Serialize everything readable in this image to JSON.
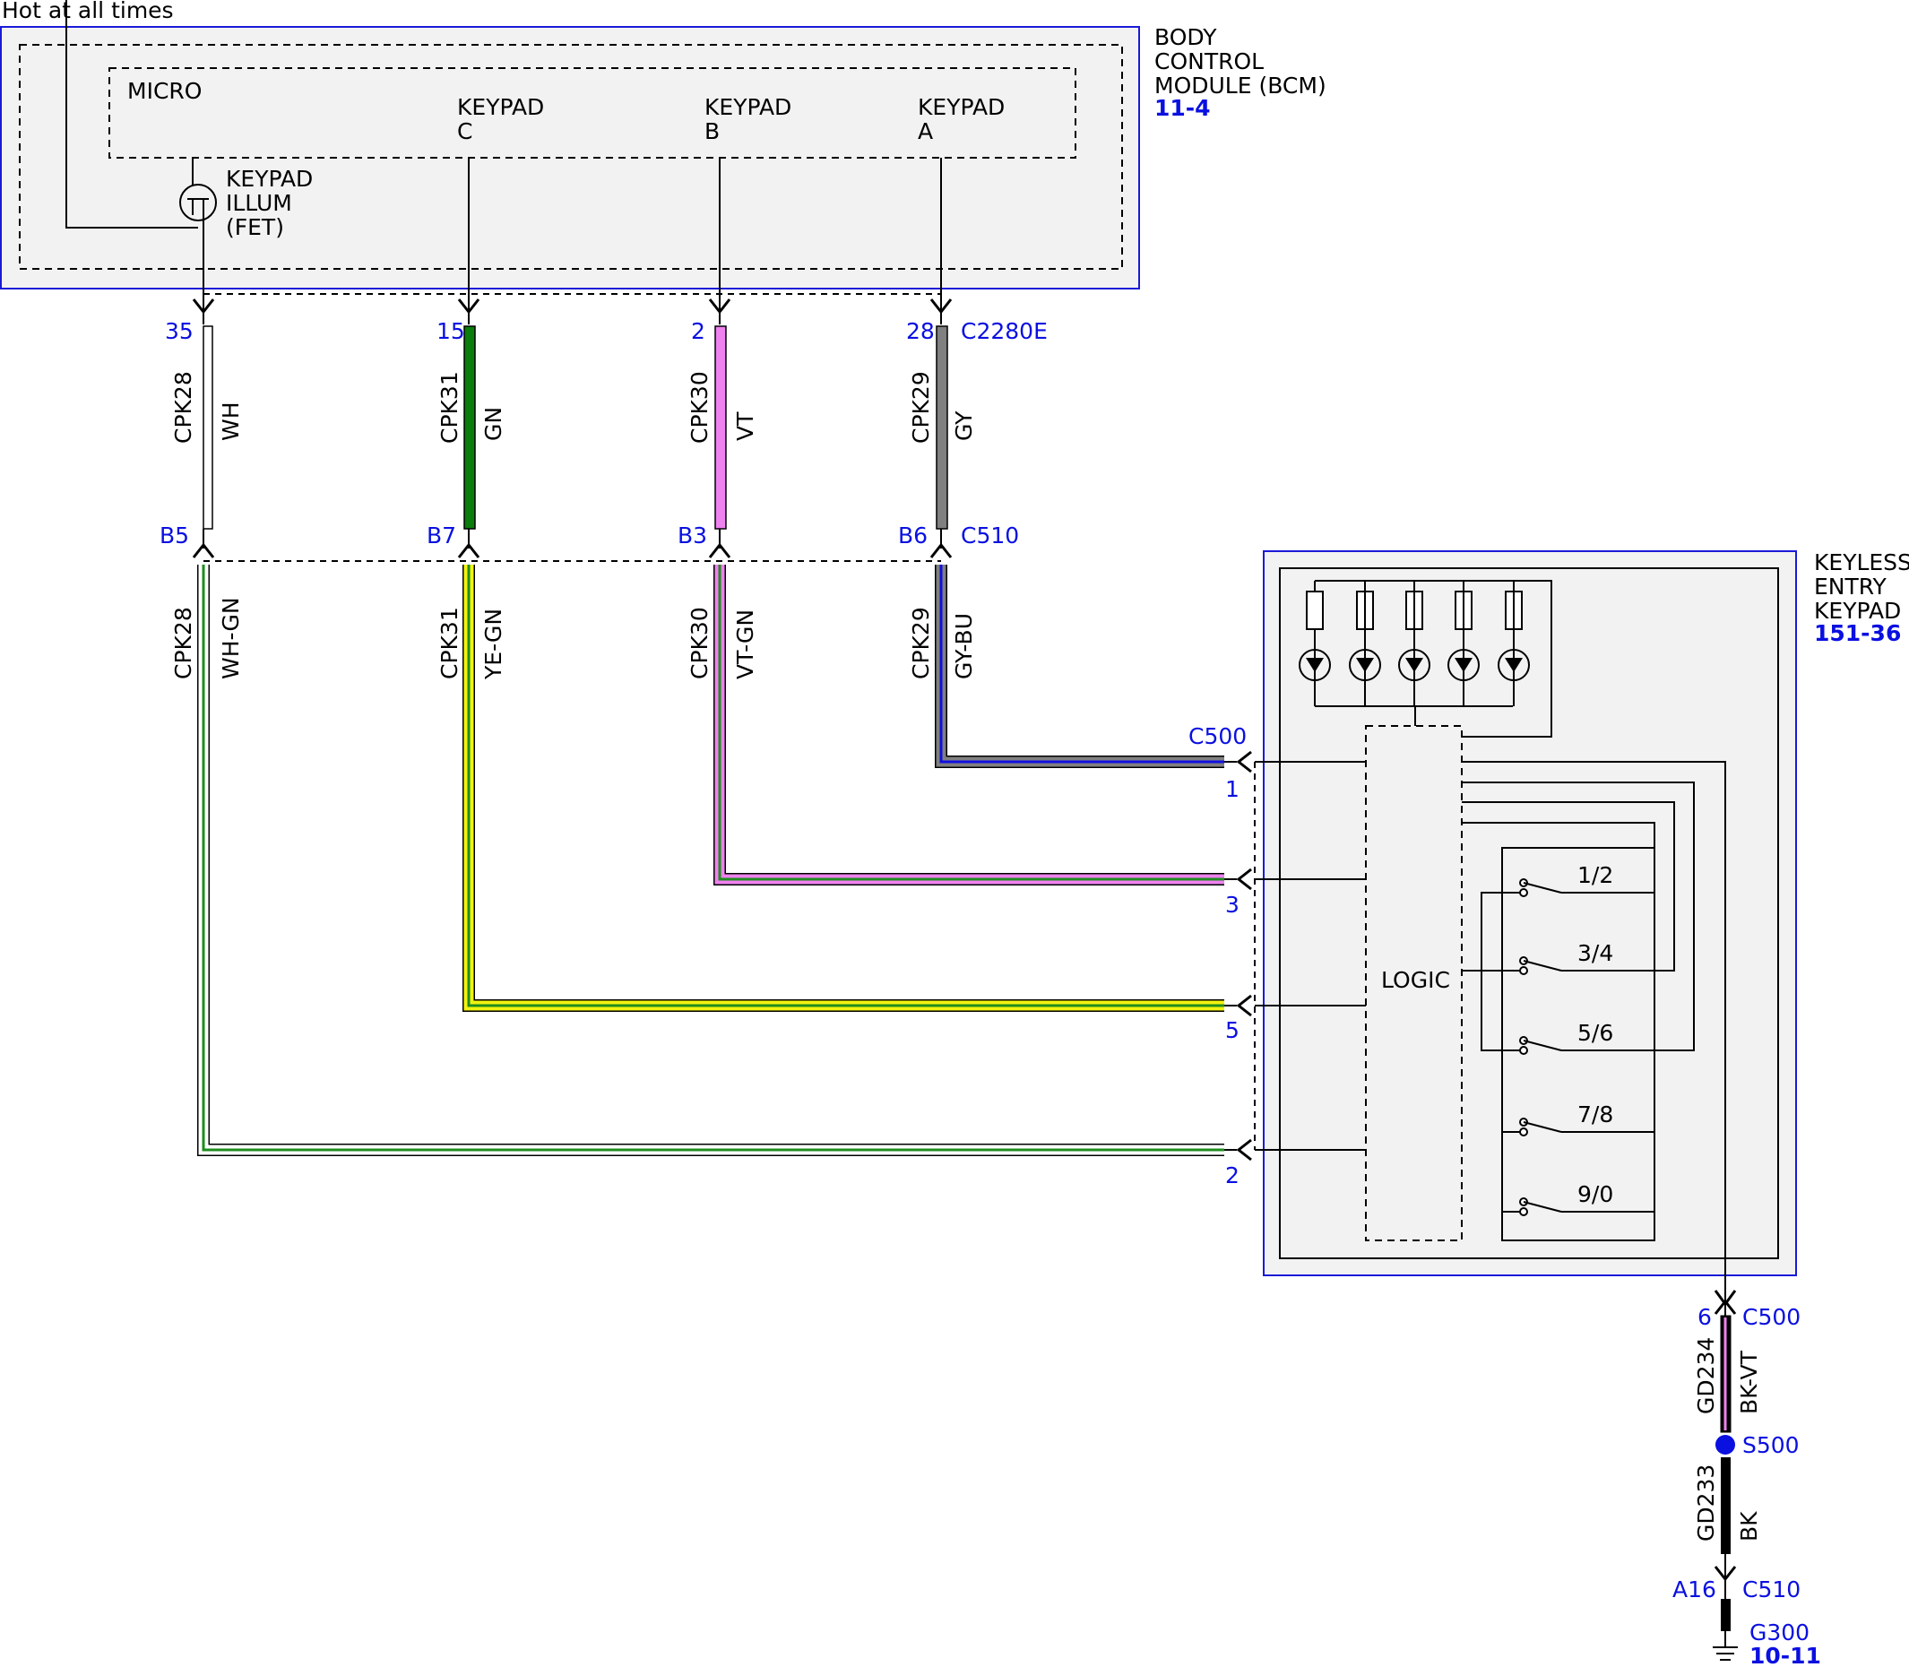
{
  "top_note": "Hot at all times",
  "bcm": {
    "title_lines": [
      "BODY",
      "CONTROL",
      "MODULE (BCM)"
    ],
    "ref": "11-4",
    "micro": "MICRO",
    "keypad_illum_lines": [
      "KEYPAD",
      "ILLUM",
      "(FET)"
    ],
    "keypad_c_lines": [
      "KEYPAD",
      "C"
    ],
    "keypad_b_lines": [
      "KEYPAD",
      "B"
    ],
    "keypad_a_lines": [
      "KEYPAD",
      "A"
    ]
  },
  "upper_connector": "C2280E",
  "lower_connector": "C510",
  "circuits": [
    {
      "circuit": "CPK28",
      "upper_pin": "35",
      "upper_color": "WH",
      "lower_pin": "B5",
      "lower_color": "WH-GN",
      "keypad_pin": "2",
      "hex_upper": "#ffffff",
      "hex_lower_base": "#ffffff",
      "hex_lower_stripe": "#1e8c1e"
    },
    {
      "circuit": "CPK31",
      "upper_pin": "15",
      "upper_color": "GN",
      "lower_pin": "B7",
      "lower_color": "YE-GN",
      "keypad_pin": "5",
      "hex_upper": "#0a7d0a",
      "hex_lower_base": "#f2f20f",
      "hex_lower_stripe": "#1e8c1e"
    },
    {
      "circuit": "CPK30",
      "upper_pin": "2",
      "upper_color": "VT",
      "lower_pin": "B3",
      "lower_color": "VT-GN",
      "keypad_pin": "3",
      "hex_upper": "#ee82ee",
      "hex_lower_base": "#ee82ee",
      "hex_lower_stripe": "#1e8c1e"
    },
    {
      "circuit": "CPK29",
      "upper_pin": "28",
      "upper_color": "GY",
      "lower_pin": "B6",
      "lower_color": "GY-BU",
      "keypad_pin": "1",
      "hex_upper": "#808080",
      "hex_lower_base": "#808080",
      "hex_lower_stripe": "#1010e0"
    }
  ],
  "keypad": {
    "title_lines": [
      "KEYLESS",
      "ENTRY",
      "KEYPAD"
    ],
    "ref": "151-36",
    "connector": "C500",
    "logic": "LOGIC",
    "switches": [
      "1/2",
      "3/4",
      "5/6",
      "7/8",
      "9/0"
    ]
  },
  "ground": {
    "pin": "6",
    "connector": "C500",
    "circuit_1": "GD234",
    "color_1": "BK-VT",
    "splice": "S500",
    "circuit_2": "GD233",
    "color_2": "BK",
    "lower_pin": "A16",
    "lower_connector": "C510",
    "ground_point": "G300",
    "ref": "10-11"
  },
  "colors": {
    "module_outline": "#1a1ad8",
    "module_fill": "#f2f2f2",
    "pin_text": "#0a10e0"
  }
}
